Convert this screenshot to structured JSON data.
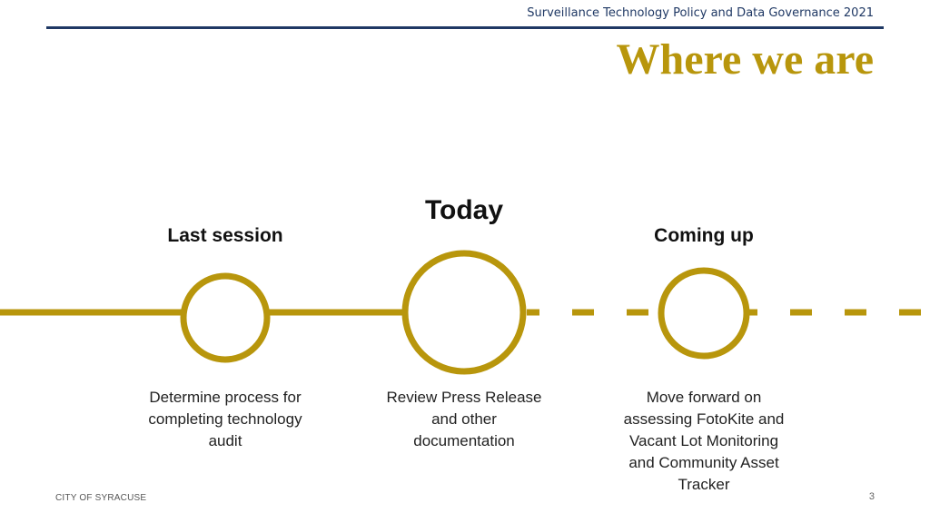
{
  "header": {
    "deck_title": "Surveillance Technology Policy and Data Governance 2021",
    "slide_title": "Where we are"
  },
  "accent_color": "#b8960c",
  "header_rule_color": "#1f3864",
  "timeline": {
    "stages": [
      {
        "label": "Last session",
        "description": "Determine process for completing technology audit"
      },
      {
        "label": "Today",
        "description": "Review Press Release and other documentation"
      },
      {
        "label": "Coming up",
        "description": "Move forward on assessing FotoKite and Vacant Lot Monitoring and Community Asset Tracker"
      }
    ]
  },
  "footer": {
    "organization": "CITY OF SYRACUSE",
    "page_number": "3"
  }
}
